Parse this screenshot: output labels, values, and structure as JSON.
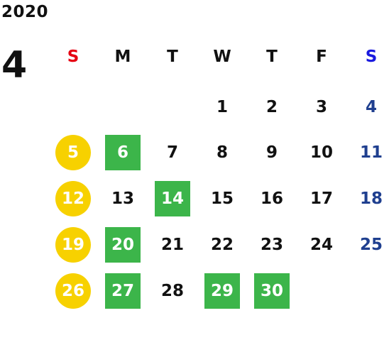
{
  "calendar": {
    "year": "2020",
    "month": "4",
    "weekdays": [
      "S",
      "M",
      "T",
      "W",
      "T",
      "F",
      "S"
    ],
    "weeks": [
      [
        "",
        "",
        "",
        "1",
        "2",
        "3",
        "4"
      ],
      [
        "5",
        "6",
        "7",
        "8",
        "9",
        "10",
        "11"
      ],
      [
        "12",
        "13",
        "14",
        "15",
        "16",
        "17",
        "18"
      ],
      [
        "19",
        "20",
        "21",
        "22",
        "23",
        "24",
        "25"
      ],
      [
        "26",
        "27",
        "28",
        "29",
        "30",
        "",
        ""
      ]
    ],
    "highlighted_circle_days": [
      "5",
      "12",
      "19",
      "26"
    ],
    "highlighted_box_days": [
      "6",
      "14",
      "20",
      "27",
      "29",
      "30"
    ]
  },
  "colors": {
    "sunday_header": "#e60012",
    "saturday_header": "#1a1adf",
    "saturday_days": "#1f3f8f",
    "default_text": "#111111",
    "circle_fill": "#f7d100",
    "box_fill": "#3cb54a",
    "highlight_text": "#ffffff"
  }
}
